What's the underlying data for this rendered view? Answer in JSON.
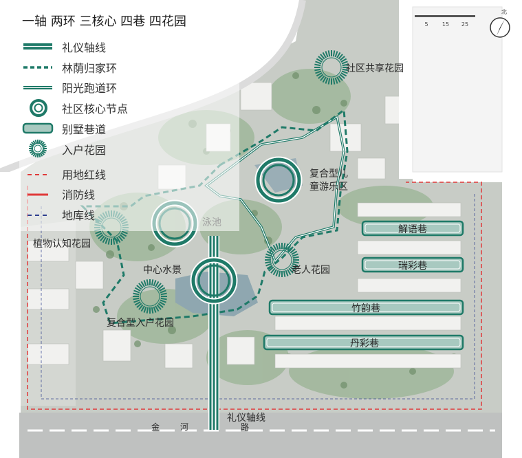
{
  "title": "一轴  两环  三核心  四巷  四花园",
  "legend": [
    {
      "key": "axis",
      "label": "礼仪轴线"
    },
    {
      "key": "forest_ring",
      "label": "林荫归家环"
    },
    {
      "key": "sun_ring",
      "label": "阳光跑道环"
    },
    {
      "key": "core",
      "label": "社区核心节点"
    },
    {
      "key": "lane",
      "label": "别墅巷道"
    },
    {
      "key": "garden",
      "label": "入户花园"
    },
    {
      "key": "red_line",
      "label": "用地红线"
    },
    {
      "key": "fire_line",
      "label": "消防线"
    },
    {
      "key": "garage_line",
      "label": "地库线"
    }
  ],
  "labels": {
    "shared_garden": "社区共享花园",
    "kids_zone_1": "复合型儿",
    "kids_zone_2": "童游乐区",
    "pool": "泳池",
    "plant_garden": "植物认知花园",
    "water_view": "中心水景",
    "elder_garden": "老人花园",
    "entry_garden": "复合型入户花园",
    "axis_label": "礼仪轴线"
  },
  "lanes": [
    "解语巷",
    "瑞彩巷",
    "竹韵巷",
    "丹彩巷"
  ],
  "scale": [
    "5",
    "15",
    "25"
  ],
  "north": "北",
  "road_text": [
    "金",
    "河",
    "路"
  ],
  "colors": {
    "primary": "#1f7a68",
    "lane_fill": "#a8c9c0",
    "red": "#e03a3a",
    "blue": "#2e3f8f"
  }
}
